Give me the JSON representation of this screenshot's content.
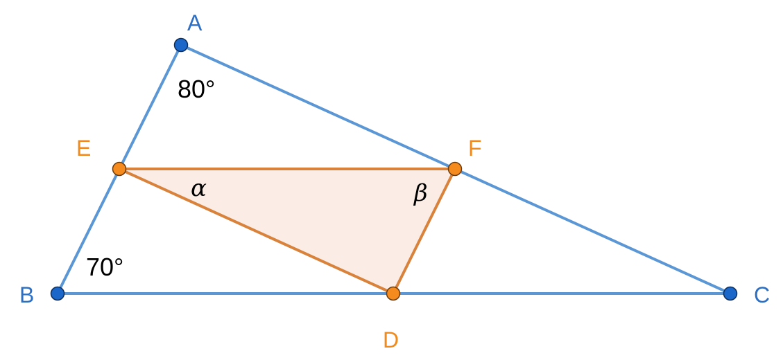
{
  "diagram": {
    "colors": {
      "triangle_stroke": "#5b96d5",
      "inner_stroke": "#d9823b",
      "inner_fill": "#fbede5",
      "vertex_blue": "#1a66c9",
      "vertex_orange": "#f58a1f",
      "label_blue": "#2d6fc4",
      "label_orange": "#f08a1c"
    },
    "points": {
      "A": "A",
      "B": "B",
      "C": "C",
      "D": "D",
      "E": "E",
      "F": "F"
    },
    "angles": {
      "at_A": "80°",
      "at_B": "70°",
      "alpha": "α",
      "beta": "β"
    }
  }
}
